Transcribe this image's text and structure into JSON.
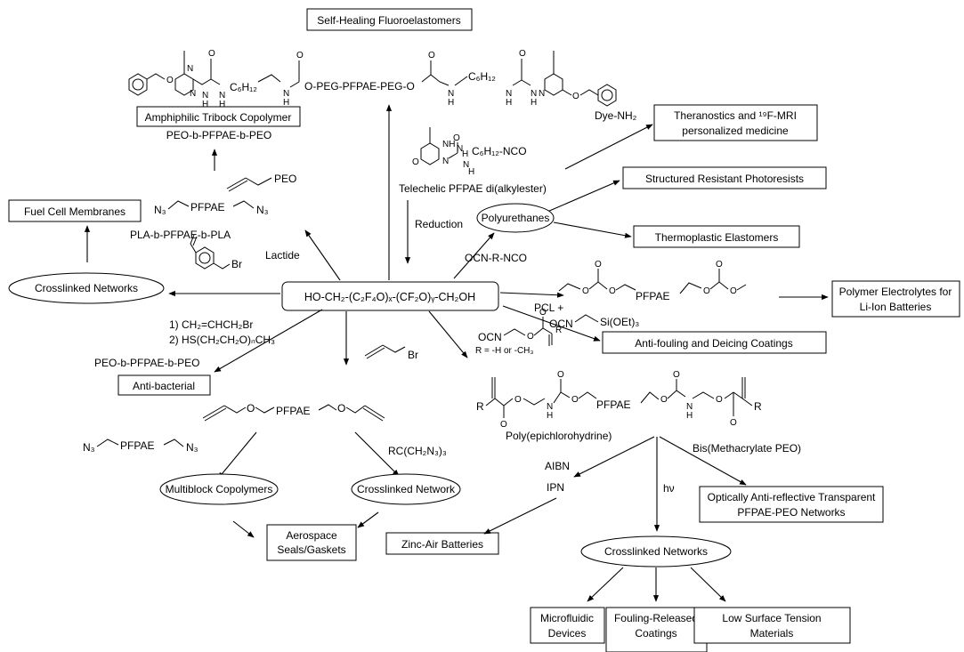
{
  "center": {
    "formula": "HO-CH₂-(C₂F₄O)ₓ-(CF₂O)ᵧ-CH₂OH"
  },
  "boxes": {
    "self_healing": "Self-Healing Fluoroelastomers",
    "amphiphilic": "Amphiphilic Tribock Copolymer",
    "theranostics_line1": "Theranostics and ¹⁹F-MRI",
    "theranostics_line2": "personalized medicine",
    "photoresists": "Structured Resistant Photoresists",
    "fuel_cell": "Fuel Cell Membranes",
    "thermoplastic": "Thermoplastic Elastomers",
    "electrolytes_line1": "Polymer Electrolytes for",
    "electrolytes_line2": "Li-Ion Batteries",
    "antifouling": "Anti-fouling and Deicing Coatings",
    "antibacterial": "Anti-bacterial",
    "aerospace_line1": "Aerospace",
    "aerospace_line2": "Seals/Gaskets",
    "zinc_air": "Zinc-Air Batteries",
    "optical_line1": "Optically Anti-reflective Transparent",
    "optical_line2": "PFPAE-PEO Networks",
    "microfluidic_line1": "Microfluidic",
    "microfluidic_line2": "Devices",
    "fouling_released_line1": "Fouling-Released",
    "fouling_released_line2": "Coatings",
    "low_surface_line1": "Low Surface Tension",
    "low_surface_line2": "Materials"
  },
  "ellipses": {
    "polyurethanes": "Polyurethanes",
    "crosslinked_left": "Crosslinked Networks",
    "multiblock": "Multiblock Copolymers",
    "crosslinked_network": "Crosslinked Network",
    "crosslinked_bottom": "Crosslinked Networks"
  },
  "labels": {
    "peg_chain": "O-PEG-PFPAE-PEG-O",
    "c6h12_left": "C₆H₁₂",
    "c6h12_right": "C₆H₁₂",
    "peo_triblock": "PEO-b-PFPAE-b-PEO",
    "peo_reagent": "PEO",
    "azide_pfpae": "PFPAE",
    "dye": "Dye-NH₂",
    "upy_isocyanate": "C₆H₁₂-NCO",
    "telechelic": "Telechelic PFPAE di(alkylester)",
    "reduction": "Reduction",
    "pla_triblock": "PLA-b-PFPAE-b-PLA",
    "lactide": "Lactide",
    "diisocyanate": "OCN-R-NCO",
    "carbonate_pfpae": "PFPAE",
    "pcl": "PCL +",
    "silane": "OCN",
    "silane_tail": "Si(OEt)₃",
    "allyl_1": "1) CH₂=CHCH₂Br",
    "allyl_2": "2) HS(CH₂CH₂O)ₙCH₃",
    "peo_antibac": "PEO-b-PFPAE-b-PEO",
    "propargyl_pfpae": "PFPAE",
    "ieo": "OCN",
    "r_substituent": "R = -H or -CH₃",
    "methacrylate_pfpae": "PFPAE",
    "epichlorohydrin": "Poly(epichlorohydrine)",
    "bis_methacrylate": "Bis(Methacrylate PEO)",
    "azide_pfpae_bottom": "PFPAE",
    "triazide": "RC(CH₂N₃)₃",
    "aibn": "AIBN",
    "ipn": "IPN",
    "hv": "hν",
    "br": "Br",
    "n3": "N₃"
  },
  "icons": [
    "benzene-ring",
    "pyrimidinone-ring",
    "alkyne",
    "azide",
    "carbonate",
    "acrylate"
  ]
}
